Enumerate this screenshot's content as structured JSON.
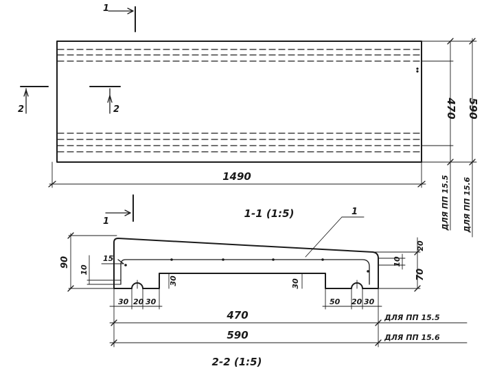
{
  "plan": {
    "length_dim": "1490",
    "width_dim_inner": "470",
    "width_dim_outer": "590",
    "note_inner": "ДЛЯ ПП 15.5",
    "note_outer": "ДЛЯ ПП 15.6",
    "cut_1_label": "1",
    "cut_2_label": "2"
  },
  "section_1_1": {
    "title": "1-1 (1:5)",
    "callout_label": "1",
    "dims": {
      "height_total": "90",
      "left_top_offset": "15",
      "left_small_step": "10",
      "right_top_gap": "20",
      "right_small_step": "10",
      "right_lower": "70",
      "web_height_left": "30",
      "web_height_right": "30",
      "bottom_left": [
        "30",
        "20",
        "30"
      ],
      "bottom_right": [
        "50",
        "20",
        "30"
      ],
      "width_inner": "470",
      "width_outer": "590"
    },
    "note_inner": "ДЛЯ ПП 15.5",
    "note_outer": "ДЛЯ ПП 15.6"
  },
  "section_2_2": {
    "title": "2-2 (1:5)"
  }
}
